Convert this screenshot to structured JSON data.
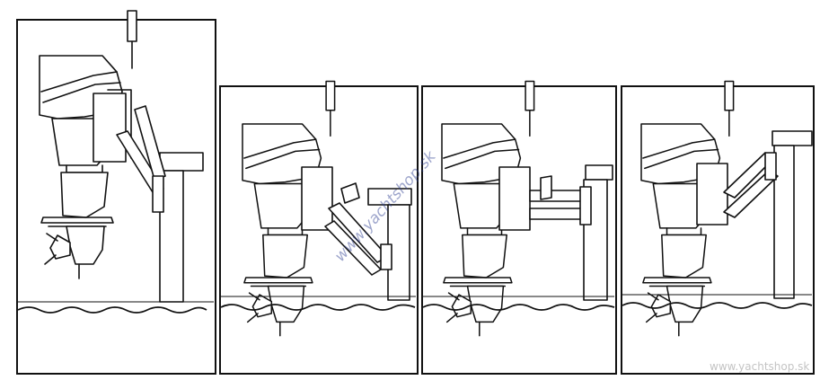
{
  "watermark": {
    "main_text": "www.yachtshop.sk",
    "corner_text": "www.yachtshop.sk",
    "color": "#2a3b8f"
  },
  "panels": [
    {
      "position": "raised-vertical"
    },
    {
      "position": "lowered-down-angle"
    },
    {
      "position": "lowered-horizontal"
    },
    {
      "position": "raised-up-angle"
    }
  ]
}
